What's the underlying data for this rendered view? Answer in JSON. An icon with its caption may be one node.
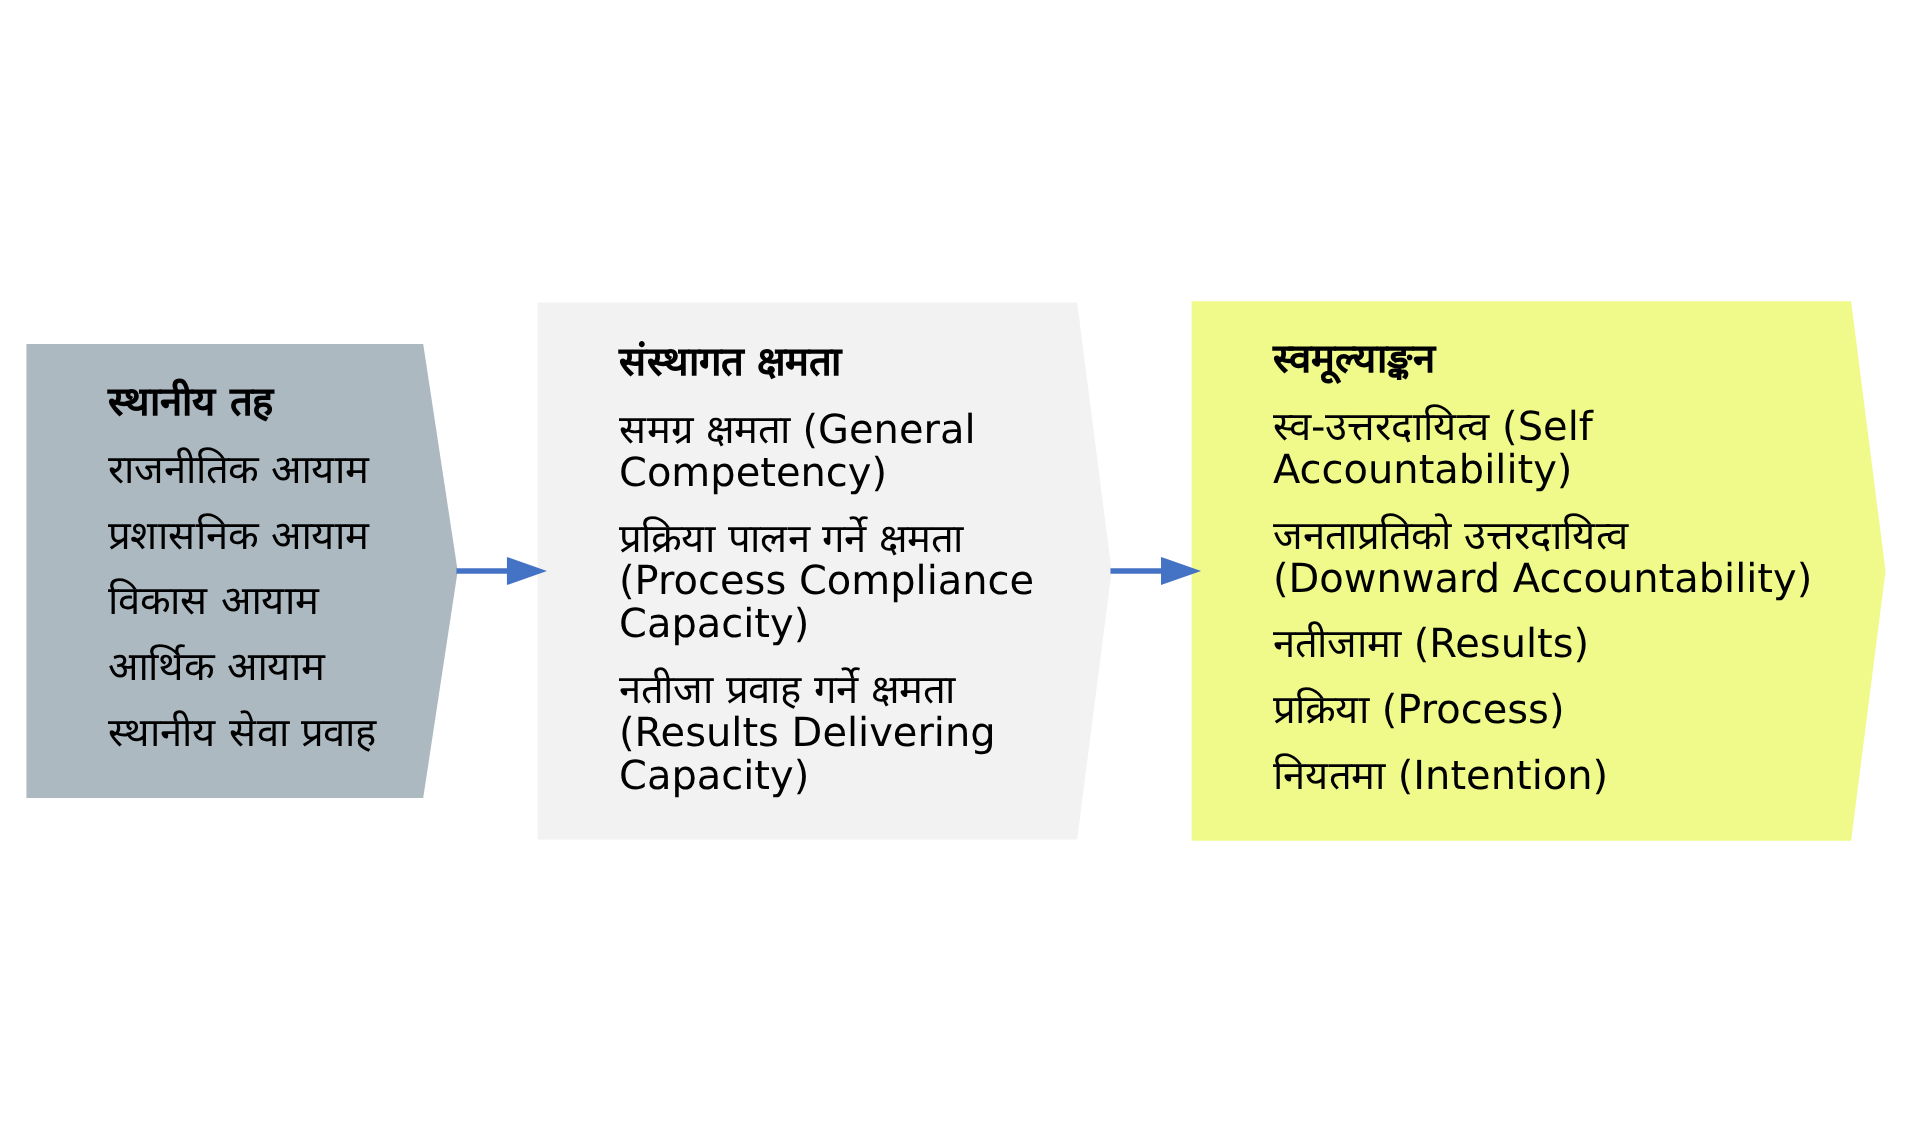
{
  "diagram": {
    "nodes": [
      {
        "text": [
          "स्थानीय तह",
          "राजनीतिक आयाम",
          "प्रशासनिक आयाम",
          "विकास आयाम",
          "आर्थिक आयाम",
          "स्थानीय सेवा प्रवाह"
        ]
      },
      {
        "text": [
          "संस्थागत क्षमता",
          "समग्र क्षमता (General Competency)",
          "प्रक्रिया पालन गर्ने क्षमता (Process Compliance Capacity)",
          "नतीजा प्रवाह गर्ने क्षमता (Results Delivering Capacity)"
        ]
      },
      {
        "text": [
          "स्वमूल्याङ्कन",
          "स्व-उत्तरदायित्व (Self Accountability)",
          "जनताप्रतिको उत्तरदायित्व (Downward Accountability)",
          "नतीजामा (Results)",
          "प्रक्रिया (Process)",
          "नियतमा (Intention)"
        ]
      }
    ],
    "edges": [
      {
        "from": 0,
        "to": 1,
        "arrow": "to"
      },
      {
        "from": 1,
        "to": 2,
        "arrow": "to"
      }
    ]
  }
}
